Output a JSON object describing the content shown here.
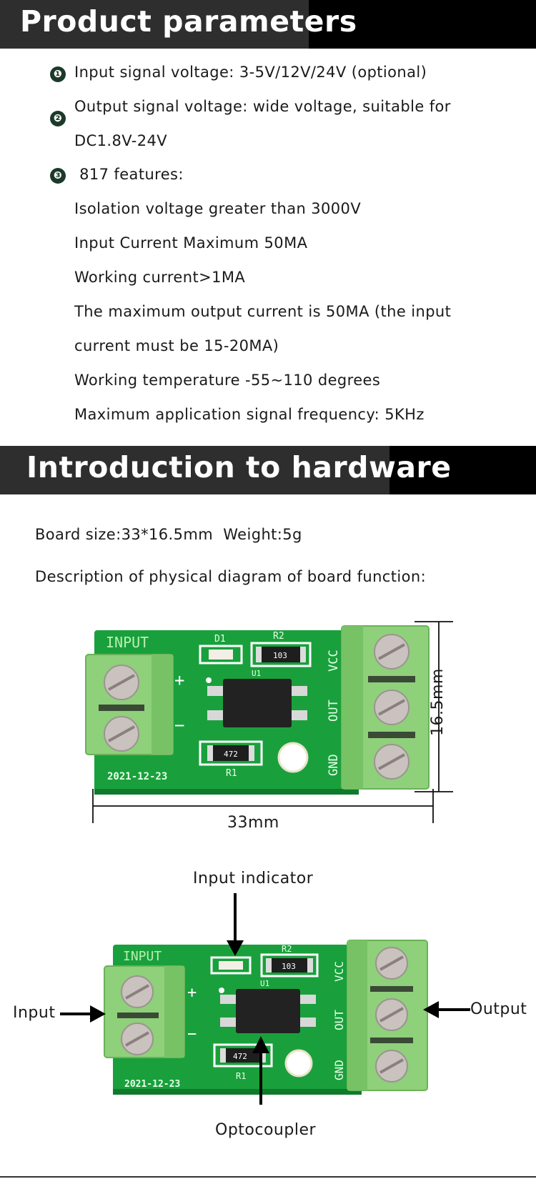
{
  "sections": {
    "params_title": "Product parameters",
    "hardware_title": "Introduction to hardware"
  },
  "params": {
    "bullets": [
      "❶",
      "❷",
      "❸"
    ],
    "lines": [
      "Input signal voltage: 3-5V/12V/24V (optional)",
      "Output signal voltage: wide voltage, suitable for",
      "DC1.8V-24V",
      " 817 features:",
      "Isolation voltage greater than 3000V",
      "Input Current Maximum 50MA",
      "Working current>1MA",
      "The maximum output current is 50MA (the input",
      "current must be 15-20MA)",
      "Working temperature -55~110 degrees",
      "Maximum application signal frequency: 5KHz"
    ]
  },
  "hardware": {
    "board_size": "Board size:33*16.5mm  Weight:5g",
    "description": "Description of physical diagram of board function:"
  },
  "board": {
    "silk_input": "INPUT",
    "silk_d1": "D1",
    "silk_r2": "R2",
    "silk_r1": "R1",
    "silk_u1": "U1",
    "silk_vcc": "VCC",
    "silk_out": "OUT",
    "silk_gnd": "GND",
    "silk_date": "2021-12-23",
    "resistor_r2": "103",
    "resistor_r1": "472",
    "plus": "+",
    "minus": "−"
  },
  "dimensions": {
    "width_label": "33mm",
    "height_label": "16.5mm"
  },
  "callouts": {
    "input_indicator": "Input indicator",
    "input": "Input",
    "output": "Output",
    "optocoupler": "Optocoupler"
  },
  "colors": {
    "pcb": "#19a03c",
    "terminal": "#8fd07a",
    "bullet": "#1c3a2a"
  }
}
